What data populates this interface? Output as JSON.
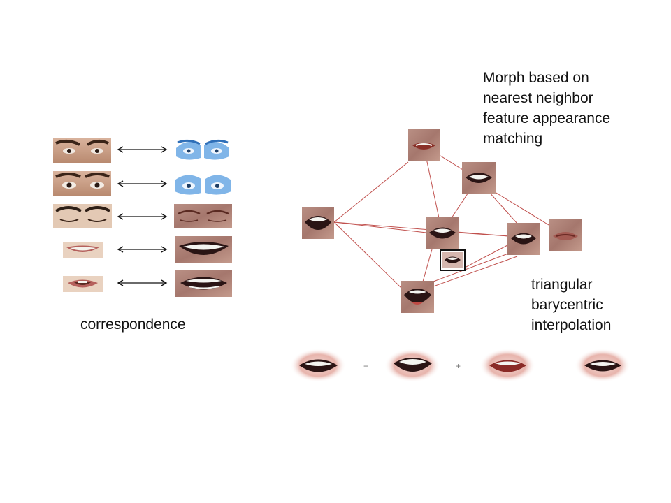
{
  "texts": {
    "morph": [
      "Morph based on",
      "nearest neighbor",
      "feature appearance",
      "matching"
    ],
    "triangular": [
      "triangular",
      "barycentric",
      "interpolation"
    ],
    "correspondence": "correspondence"
  },
  "equation": {
    "plus": "+",
    "equals": "="
  },
  "colors": {
    "edge": "#c0504d",
    "skin": "#cc9f8a",
    "sketch": "#b0867a",
    "blue": "#5a9fde",
    "lip": "#c06a66",
    "teeth": "#f4f4f0",
    "dark": "#2a1414",
    "selected_border": "#111111"
  },
  "icons": {
    "arrow": "long-double-arrow-icon"
  }
}
